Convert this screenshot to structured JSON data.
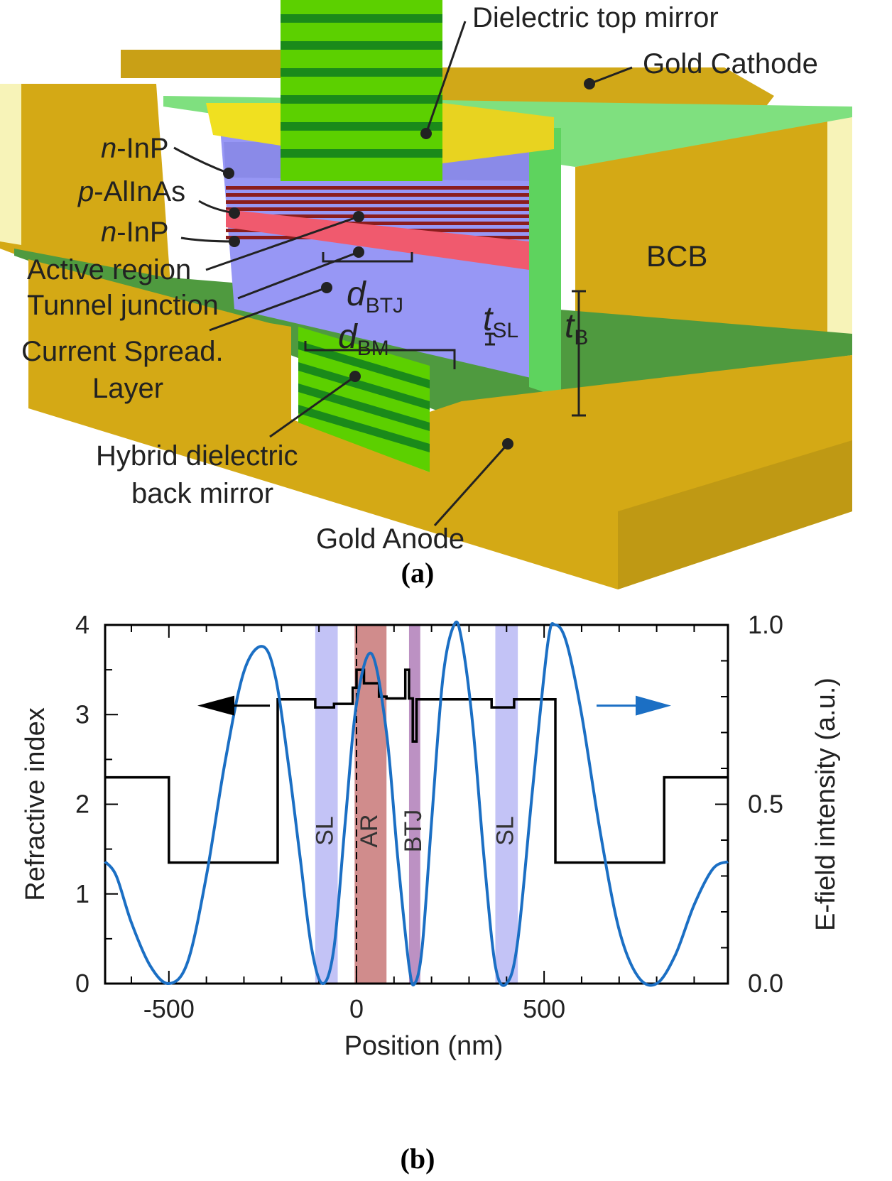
{
  "panel_a": {
    "caption": "(a)",
    "labels": {
      "top_mirror": "Dielectric top mirror",
      "cathode": "Gold Cathode",
      "n_inp_top_pre": "n",
      "n_inp_top_post": "-InP",
      "p_alinas_pre": "p",
      "p_alinas_post": "-AlInAs",
      "n_inp_bot_pre": "n",
      "n_inp_bot_post": "-InP",
      "active_region": "Active region",
      "tunnel_junction": "Tunnel junction",
      "current_spread_1": "Current Spread.",
      "current_spread_2": "Layer",
      "back_mirror_1": "Hybrid dielectric",
      "back_mirror_2": "back mirror",
      "anode": "Gold Anode",
      "bcb": "BCB",
      "d_btj_main": "d",
      "d_btj_sub": "BTJ",
      "d_bm_main": "d",
      "d_bm_sub": "BM",
      "t_sl_main": "t",
      "t_sl_sub": "SL",
      "t_b_main": "t",
      "t_b_sub": "B"
    },
    "colors": {
      "gold": "#d4a915",
      "gold_dark": "#a88510",
      "green_bcb": "#4caf50",
      "mirror_green": "#55cc00",
      "mirror_dark": "#1a8a1a",
      "inp": "#9a9af5",
      "active": "#b22222",
      "ajinas": "#f05a6e"
    }
  },
  "panel_b": {
    "caption": "(b)",
    "chart_data": {
      "type": "line",
      "xlabel": "Position (nm)",
      "ylabel_left": "Refractive index",
      "ylabel_right": "E-field intensity (a.u.)",
      "xlim": [
        -670,
        990
      ],
      "ylim_left": [
        0,
        4
      ],
      "ylim_right": [
        0,
        1
      ],
      "x_ticks": [
        -500,
        0,
        500
      ],
      "x_tick_labels": [
        "-500",
        "0",
        "500"
      ],
      "y_left_ticks": [
        0,
        1,
        2,
        3,
        4
      ],
      "y_left_tick_labels": [
        "0",
        "1",
        "2",
        "3",
        "4"
      ],
      "y_right_ticks": [
        0,
        0.5,
        1
      ],
      "y_right_tick_labels": [
        "0.0",
        "0.5",
        "1.0"
      ],
      "regions": [
        {
          "label": "SL",
          "x0": -110,
          "x1": -50,
          "color": "#b8b8f5"
        },
        {
          "label": "AR",
          "x0": -5,
          "x1": 80,
          "color": "#c87878"
        },
        {
          "label": "BTJ",
          "x0": 140,
          "x1": 170,
          "color": "#b07eb8"
        },
        {
          "label": "SL",
          "x0": 370,
          "x1": 430,
          "color": "#b8b8f5"
        }
      ],
      "series": [
        {
          "axis": "left",
          "color": "#000000",
          "x": [
            -670,
            -500,
            -500,
            -210,
            -210,
            -110,
            -110,
            -60,
            -60,
            -10,
            -10,
            0,
            0,
            20,
            20,
            60,
            60,
            80,
            80,
            130,
            130,
            140,
            140,
            150,
            150,
            160,
            160,
            360,
            360,
            420,
            420,
            530,
            530,
            820,
            820,
            990
          ],
          "y": [
            2.3,
            2.3,
            1.35,
            1.35,
            3.17,
            3.17,
            3.08,
            3.08,
            3.12,
            3.12,
            3.3,
            3.3,
            3.5,
            3.5,
            3.35,
            3.35,
            3.2,
            3.2,
            3.18,
            3.18,
            3.5,
            3.5,
            3.18,
            3.18,
            2.7,
            2.7,
            3.17,
            3.17,
            3.08,
            3.08,
            3.17,
            3.17,
            1.35,
            1.35,
            2.3,
            2.3
          ]
        },
        {
          "axis": "right",
          "color": "#1b6fc4",
          "x": [
            -670,
            -640,
            -600,
            -550,
            -500,
            -450,
            -400,
            -350,
            -300,
            -250,
            -215,
            -180,
            -150,
            -120,
            -90,
            -60,
            -30,
            0,
            40,
            80,
            110,
            140,
            155,
            175,
            200,
            230,
            260,
            280,
            310,
            340,
            370,
            400,
            430,
            470,
            510,
            530,
            560,
            600,
            650,
            700,
            750,
            800,
            850,
            900,
            950,
            990
          ],
          "y": [
            0.34,
            0.3,
            0.17,
            0.05,
            0.0,
            0.06,
            0.3,
            0.62,
            0.87,
            0.94,
            0.85,
            0.6,
            0.35,
            0.1,
            0.0,
            0.1,
            0.45,
            0.78,
            0.92,
            0.7,
            0.35,
            0.05,
            0.0,
            0.1,
            0.45,
            0.85,
            1.0,
            0.96,
            0.72,
            0.35,
            0.05,
            0.0,
            0.12,
            0.55,
            0.95,
            1.0,
            0.95,
            0.75,
            0.42,
            0.15,
            0.02,
            0.0,
            0.08,
            0.22,
            0.32,
            0.34
          ]
        }
      ],
      "arrows": [
        {
          "direction": "left",
          "color": "#000000"
        },
        {
          "direction": "right",
          "color": "#1b6fc4"
        }
      ]
    }
  }
}
